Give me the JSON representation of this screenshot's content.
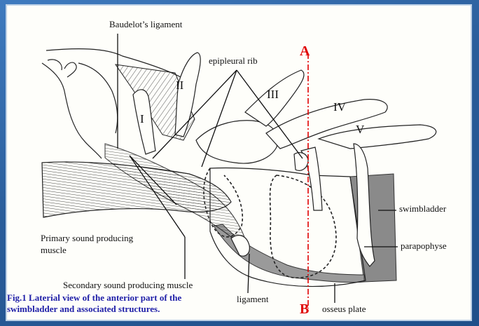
{
  "labels": {
    "baudelot": "Baudelot’s ligament",
    "epipleural": "epipleural rib",
    "rib_I": "I",
    "rib_II": "II",
    "rib_III": "III",
    "rib_IV": "IV",
    "rib_V": "V",
    "point_A": "A",
    "point_B": "B",
    "primary_line1": "Primary sound producing",
    "primary_line2": "muscle",
    "secondary": "Secondary sound producing muscle",
    "ligament": "ligament",
    "osseus": "osseus plate",
    "swimbladder": "swimbladder",
    "parapophyse": "parapophyse"
  },
  "caption": {
    "line1": "Fig.1 Laterial view of the anterior part of the",
    "line2": "swimbladder and associated structures."
  },
  "colors": {
    "section_line": "#e00000",
    "caption": "#2020a8",
    "shade": "#8a8a8a",
    "ink": "#111111"
  }
}
